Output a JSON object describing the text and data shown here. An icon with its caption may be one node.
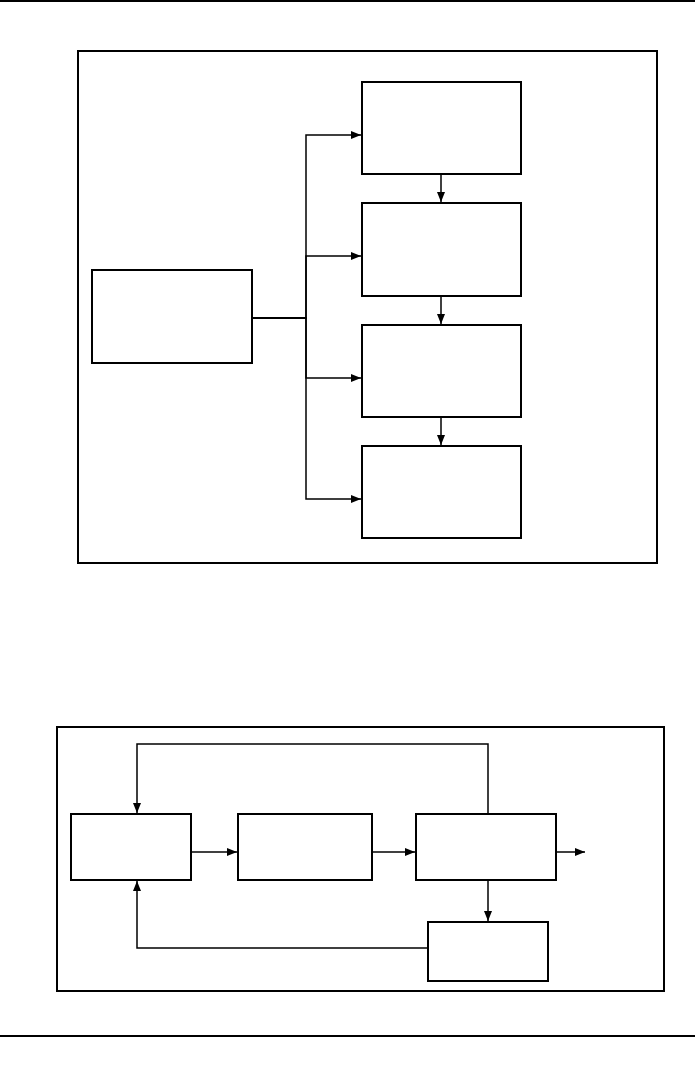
{
  "diagram": {
    "nodes": [
      {
        "text": [],
        "shape": "box"
      },
      {
        "text": [],
        "shape": "box",
        "in": 0
      },
      {
        "text": [],
        "shape": "box",
        "in": 0
      },
      {
        "text": [],
        "shape": "box",
        "in": 0
      },
      {
        "text": [],
        "shape": "box",
        "in": 0
      },
      {
        "text": [],
        "shape": "box",
        "in": 0
      },
      {
        "text": [],
        "shape": "box"
      },
      {
        "text": [],
        "shape": "box",
        "in": 6
      },
      {
        "text": [],
        "shape": "box",
        "in": 6
      },
      {
        "text": [],
        "shape": "box",
        "in": 6
      },
      {
        "text": [],
        "shape": "box",
        "in": 6
      }
    ],
    "edges": [
      {
        "from": 1,
        "to": 2,
        "arrow": "to"
      },
      {
        "from": 1,
        "to": 3,
        "arrow": "to"
      },
      {
        "from": 1,
        "to": 4,
        "arrow": "to"
      },
      {
        "from": 1,
        "to": 5,
        "arrow": "to"
      },
      {
        "from": 2,
        "to": 3,
        "arrow": "to"
      },
      {
        "from": 3,
        "to": 4,
        "arrow": "to"
      },
      {
        "from": 4,
        "to": 5,
        "arrow": "to"
      },
      {
        "from": 7,
        "to": 8,
        "arrow": "to"
      },
      {
        "from": 8,
        "to": 9,
        "arrow": "to"
      },
      {
        "from": 9,
        "to": null,
        "arrow": "to"
      },
      {
        "from": 9,
        "to": 10,
        "arrow": "to"
      },
      {
        "from": 10,
        "to": 7,
        "arrow": "to"
      },
      {
        "from": 9,
        "to": 7,
        "arrow": "to"
      }
    ]
  }
}
